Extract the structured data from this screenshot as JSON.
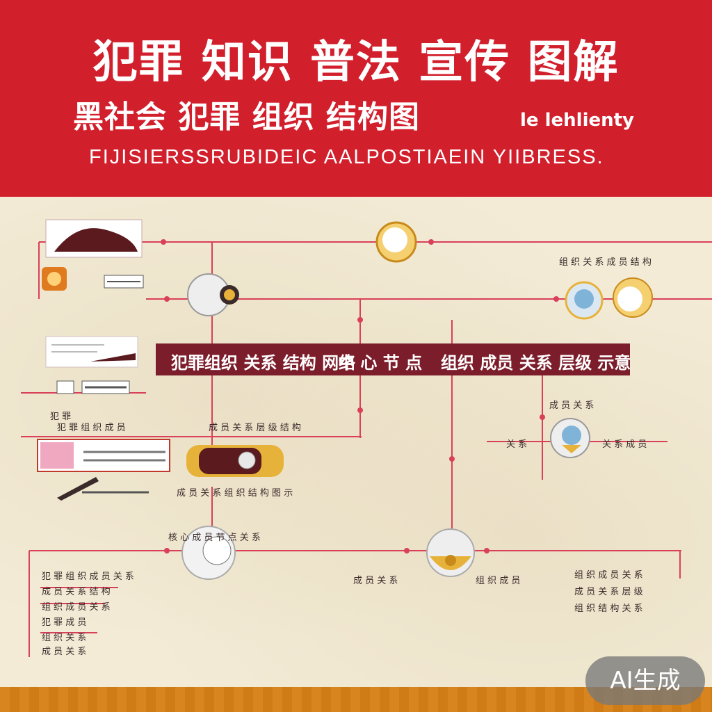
{
  "header": {
    "title": "犯罪 知识 普法 宣传 图解",
    "subtitle": "黑社会 犯罪 组织 结构图",
    "corner_tag": "le lehlienty",
    "caption": "FIJISIERSSRUBIDEIC AALPOSTIAEIN YIIBRESS."
  },
  "banner": {
    "left_text": "犯罪组织 关系 结构 网络",
    "middle_text": "中 心 节 点",
    "right_text": "组织 成员 关系 层级 示意"
  },
  "labels": {
    "right_top": "组 织 关 系 成 员 结 构",
    "mid_left_a": "犯 罪",
    "mid_left_b": "犯 罪 组 织 成 员",
    "mid_center_a": "成 员 关 系 层 级 结 构",
    "right_mid_a": "成 员 关 系",
    "right_mid_b": "关 系",
    "right_mid_c": "关 系 成 员",
    "lower_center": "成 员 关 系 组 织 结 构 图 示",
    "node_bottom_title": "核 心 成 员 节 点 关 系",
    "bottom_center": "成 员 关 系",
    "bottom_center_b": "组 织 成 员",
    "left_list": [
      "犯 罪 组 织 成 员 关 系",
      "成 员 关 系 结 构",
      "组 织 成 员 关 系",
      "犯 罪 成 员",
      "组 织 关 系",
      "成 员 关 系"
    ],
    "right_list": [
      "组 织 成 员 关 系",
      "成 员 关 系 层 级",
      "组 织 结 构 关 系"
    ]
  },
  "watermark": "AI生成",
  "colors": {
    "header_red": "#d21f2c",
    "banner_maroon": "#7c1d2b",
    "line_red": "#d9405a",
    "background_cream": "#f3ebd6",
    "stripe_orange": "#d9851f"
  }
}
